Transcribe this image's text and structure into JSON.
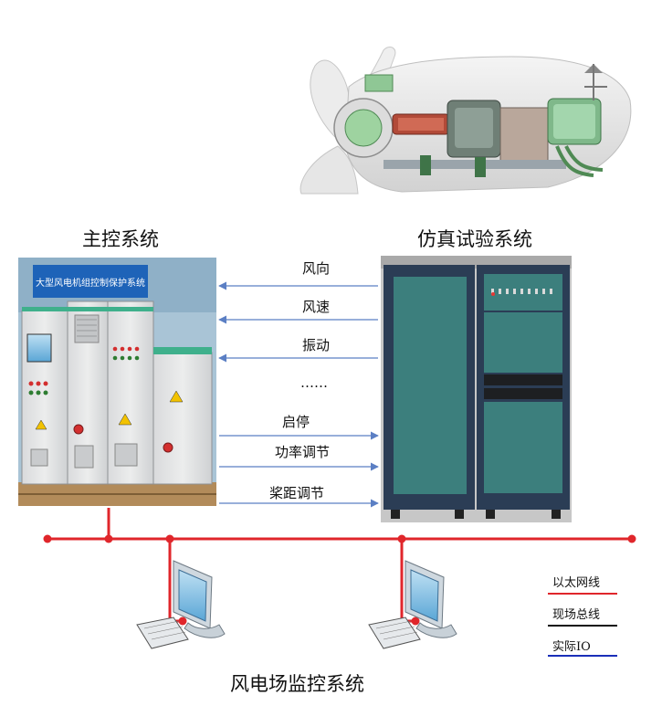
{
  "titles": {
    "main_control": "主控系统",
    "simulation": "仿真试验系统",
    "monitoring": "风电场监控系统"
  },
  "signals_in": [
    "风向",
    "风速",
    "振动"
  ],
  "signals_ellipsis": "……",
  "signals_out": [
    "启停",
    "功率调节",
    "桨距调节"
  ],
  "cabinet_banner": "大型风电机组控制保护系统",
  "legend": [
    {
      "label": "以太网线",
      "color": "#e0262b"
    },
    {
      "label": "现场总线",
      "color": "#111111"
    },
    {
      "label": "实际IO",
      "color": "#1a2fb8"
    }
  ],
  "colors": {
    "network": "#e0262b",
    "arrow": "#5b7fc4",
    "banner": "#1e63b8"
  }
}
